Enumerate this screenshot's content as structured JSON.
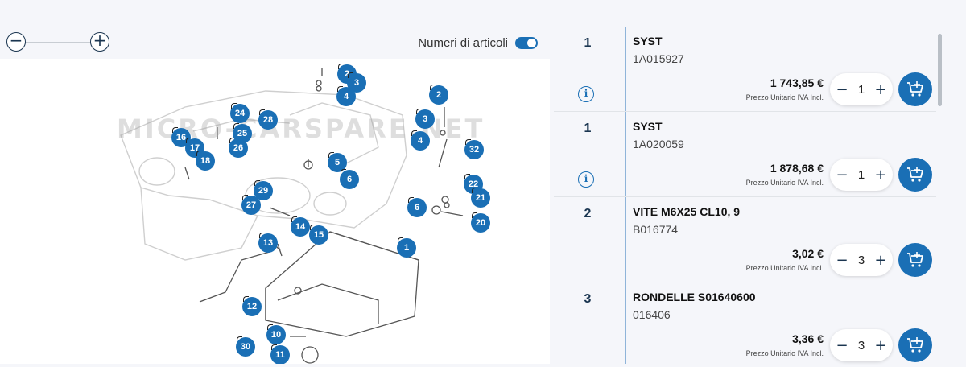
{
  "toolbar": {
    "zoom_out": "−",
    "zoom_in": "+",
    "toggle_label": "Numeri di articoli",
    "toggle_on": true
  },
  "diagram": {
    "watermark": "MICRO-CARSPARE.NET",
    "callouts": [
      "2",
      "3",
      "4",
      "2",
      "3",
      "4",
      "24",
      "25",
      "26",
      "28",
      "16",
      "17",
      "18",
      "5",
      "6",
      "32",
      "29",
      "27",
      "22",
      "21",
      "6",
      "20",
      "14",
      "15",
      "13",
      "1",
      "12",
      "10",
      "11",
      "30"
    ]
  },
  "items": [
    {
      "ref": "1",
      "name": "SYST",
      "code": "1A015927",
      "price": "1 743,85 €",
      "price_note": "Prezzo Unitario IVA Incl.",
      "qty": "1",
      "has_info": true
    },
    {
      "ref": "1",
      "name": "SYST",
      "code": "1A020059",
      "price": "1 878,68 €",
      "price_note": "Prezzo Unitario IVA Incl.",
      "qty": "1",
      "has_info": true
    },
    {
      "ref": "2",
      "name": "VITE M6X25 CL10, 9",
      "code": "B016774",
      "price": "3,02 €",
      "price_note": "Prezzo Unitario IVA Incl.",
      "qty": "3",
      "has_info": false
    },
    {
      "ref": "3",
      "name": "RONDELLE S01640600",
      "code": "016406",
      "price": "3,36 €",
      "price_note": "Prezzo Unitario IVA Incl.",
      "qty": "3",
      "has_info": false
    }
  ],
  "icons": {
    "info": "info-icon",
    "cart": "add-to-cart-icon",
    "minus": "minus-icon",
    "plus": "plus-icon"
  },
  "colors": {
    "accent": "#1a6fb5",
    "dark": "#1a3550"
  }
}
